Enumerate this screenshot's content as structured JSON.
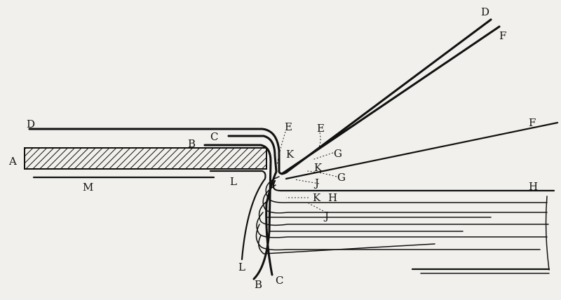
{
  "labels": {
    "A": "A",
    "B": "B",
    "C": "C",
    "D": "D",
    "E": "E",
    "F": "F",
    "G": "G",
    "H": "H",
    "J": "J",
    "K": "K",
    "L": "L",
    "M": "M"
  }
}
